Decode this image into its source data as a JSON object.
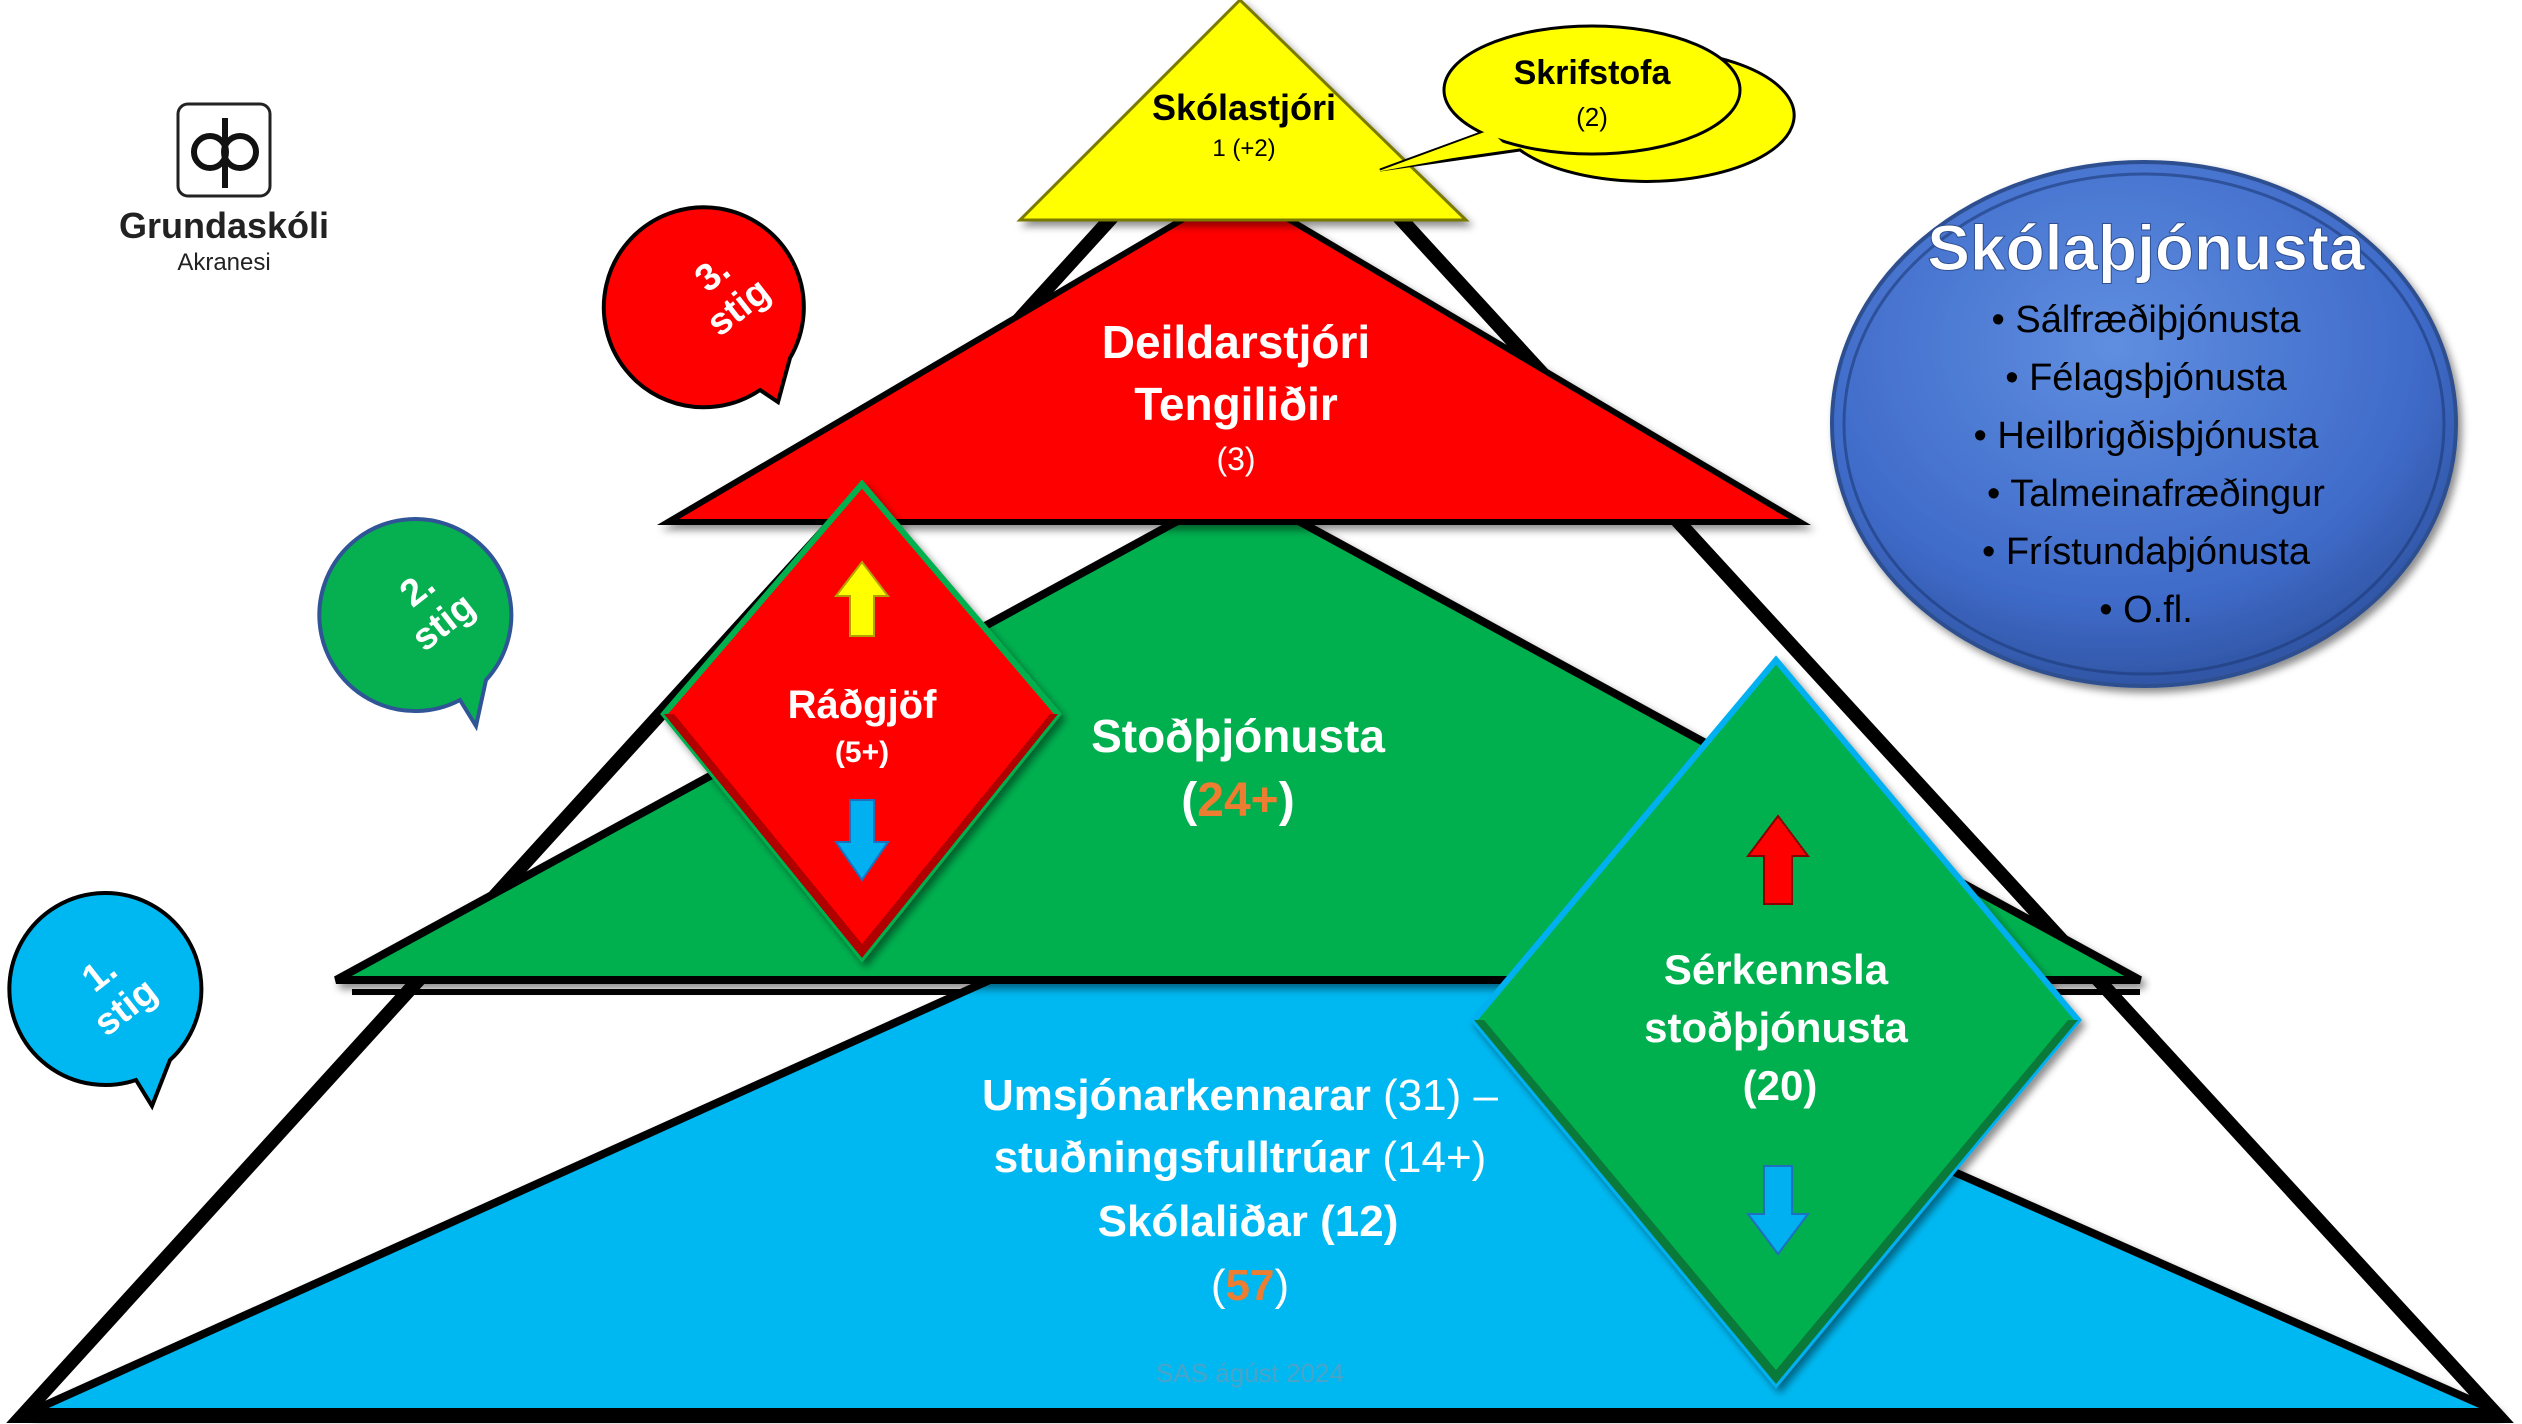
{
  "logo": {
    "name": "Grundaskóli",
    "place": "Akranesi"
  },
  "levels": {
    "level1": {
      "number": "1.",
      "word": "stig"
    },
    "level2": {
      "number": "2.",
      "word": "stig"
    },
    "level3": {
      "number": "3.",
      "word": "stig"
    }
  },
  "principal": {
    "title": "Skólastjóri",
    "count": "1  (+2)"
  },
  "office": {
    "title": "Skrifstofa",
    "count": "(2)"
  },
  "department": {
    "line1": "Deildarstjóri",
    "line2": "Tengiliðir",
    "count": "(3)"
  },
  "support": {
    "title": "Stoðþjónusta",
    "open": "(",
    "count": "24+",
    "close": ")"
  },
  "counseling": {
    "title": "Ráðgjöf",
    "count": "(5+)"
  },
  "special_ed": {
    "line1": "Sérkennsla",
    "line2": "stoðþjónusta",
    "count": "(20)"
  },
  "base": {
    "line1_name": "Umsjónarkennarar",
    "line1_count": " (31) –",
    "line2_name": "stuðningsfulltrúar",
    "line2_count": " (14+)",
    "line3": "Skólaliðar (12)",
    "total_open": "(",
    "total": "57",
    "total_close": ")"
  },
  "school_services": {
    "title": "Skólaþjónusta",
    "items": [
      "Sálfræðiþjónusta",
      "Félagsþjónusta",
      "Heilbrigðisþjónusta",
      "Talmeinafræðingur",
      "Frístundaþjónusta",
      "O.fl."
    ]
  },
  "footer": {
    "credit": "SAS ágúst 2024"
  },
  "colors": {
    "cyan": "#00b8f1",
    "green": "#06b050",
    "red": "#ff0000",
    "yellow": "#ffff00",
    "blue": "#4472c4",
    "orange": "#ed7d31"
  }
}
